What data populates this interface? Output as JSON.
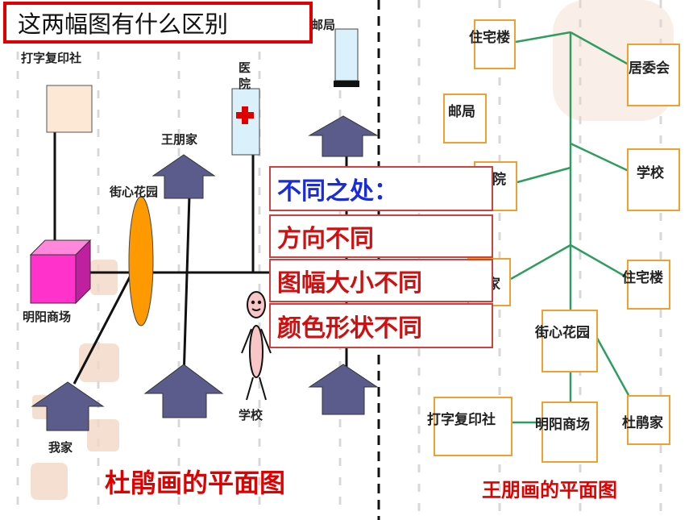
{
  "title": "这两幅图有什么区别",
  "left_map": {
    "labels": {
      "print_shop": "打字复印社",
      "hospital": "医院",
      "post_office": "邮局",
      "wang_home": "王朋家",
      "garden": "街心花园",
      "mall": "明阳商场",
      "my_home": "我家",
      "school": "学校"
    },
    "caption": "杜鹃画的平面图"
  },
  "right_map": {
    "labels": {
      "residential_1": "住宅楼",
      "committee": "居委会",
      "post_office": "邮局",
      "hospital": "医院",
      "school": "学校",
      "home": "家",
      "residential_2": "住宅楼",
      "garden": "街心花园",
      "print_shop": "打字复印社",
      "mall": "明阳商场",
      "du_home": "杜鹃家"
    },
    "caption": "王朋画的平面图"
  },
  "differences": {
    "heading": "不同之处：",
    "items": [
      "方向不同",
      "图幅大小不同",
      "颜色形状不同"
    ]
  },
  "colors": {
    "title_border": "#e00000",
    "caption": "#e00000",
    "heading": "#1a2bdc",
    "diff_text": "#d01010",
    "box_border": "#f0a030",
    "green_line": "#2e9e5e",
    "house": "#5b5c8c",
    "mall": "#ff33cc",
    "garden": "#ff9900"
  }
}
